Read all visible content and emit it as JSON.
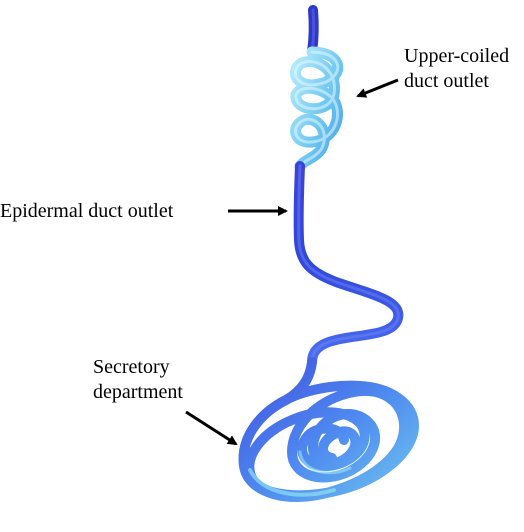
{
  "labels": {
    "upper_coiled": {
      "line1": "Upper-coiled",
      "line2": "duct outlet"
    },
    "epidermal": {
      "text": "Epidermal duct outlet"
    },
    "secretory": {
      "line1": "Secretory",
      "line2": "department"
    }
  },
  "colors": {
    "duct_deep": "#2f3fd6",
    "duct_mid": "#4a6df0",
    "coil_light": "#6fc8ee",
    "coil_pale": "#a9e6fb",
    "arrow": "#000000",
    "background": "#ffffff"
  }
}
